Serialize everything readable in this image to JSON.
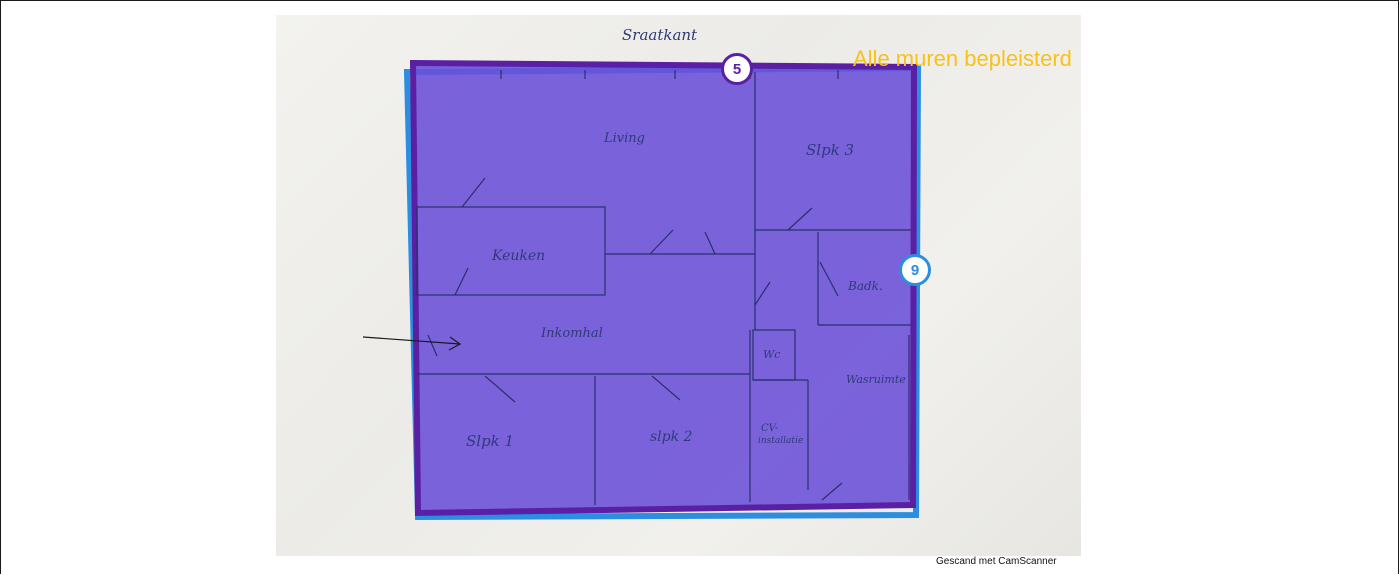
{
  "scan": {
    "title": "Sraatkant",
    "rooms": {
      "living": "Living",
      "slpk3": "Slpk 3",
      "keuken": "Keuken",
      "badk": "Badk.",
      "inkomhal": "Inkomhal",
      "wc": "Wc",
      "wasruimte": "Wasruimte",
      "slpk1": "Slpk 1",
      "slpk2": "slpk 2",
      "cv_line1": "CV-",
      "cv_line2": "installatie"
    },
    "watermark": "Gescand met CamScanner"
  },
  "annotations": {
    "label": "Alle muren bepleisterd",
    "label_color": "#f7c21a",
    "region_1": {
      "number": "5",
      "color": "#5b1fa3",
      "fill": "#6a4fd8"
    },
    "region_2": {
      "number": "9",
      "color": "#2b8ee0"
    }
  }
}
